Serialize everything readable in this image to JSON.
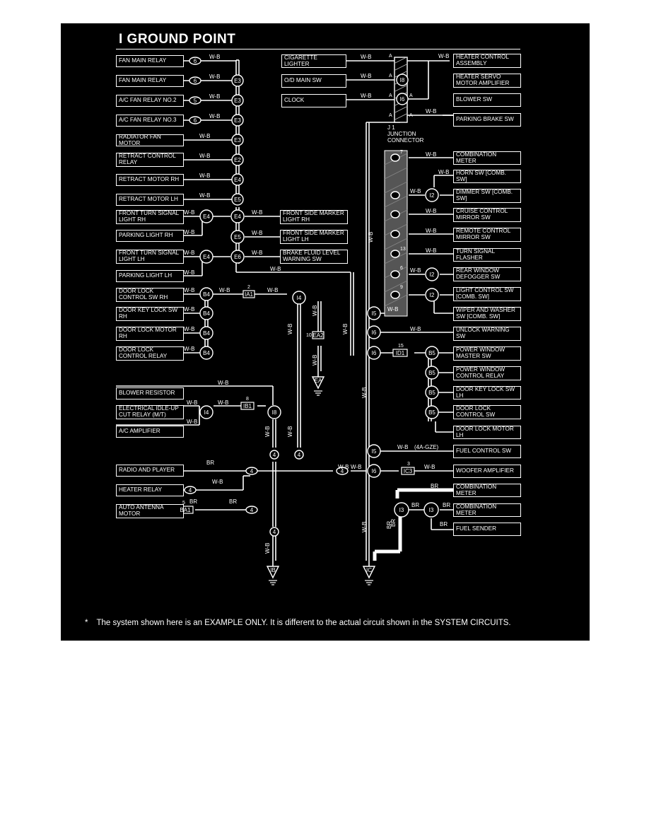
{
  "title": "I GROUND POINT",
  "footnote": "The system shown here is an EXAMPLE ONLY. It is different to the actual circuit shown in the SYSTEM CIRCUITS.",
  "footnote_mark": "*",
  "junction_connector": {
    "id": "J 1",
    "name": "JUNCTION\nCONNECTOR"
  },
  "components": [
    {
      "id": "fan-main-relay-1",
      "label": "FAN MAIN RELAY"
    },
    {
      "id": "fan-main-relay-2",
      "label": "FAN MAIN RELAY"
    },
    {
      "id": "ac-fan-relay-2",
      "label": "A/C FAN RELAY NO.2"
    },
    {
      "id": "ac-fan-relay-3",
      "label": "A/C FAN RELAY NO.3"
    },
    {
      "id": "radiator-fan-motor",
      "label": "RADIATOR FAN MOTOR"
    },
    {
      "id": "retract-control-relay",
      "label": "RETRACT CONTROL RELAY"
    },
    {
      "id": "retract-motor-rh",
      "label": "RETRACT MOTOR RH"
    },
    {
      "id": "retract-motor-lh",
      "label": "RETRACT MOTOR LH"
    },
    {
      "id": "front-turn-signal-rh",
      "label": "FRONT TURN SIGNAL LIGHT RH"
    },
    {
      "id": "parking-light-rh",
      "label": "PARKING LIGHT RH"
    },
    {
      "id": "front-turn-signal-lh",
      "label": "FRONT TURN SIGNAL LIGHT LH"
    },
    {
      "id": "parking-light-lh",
      "label": "PARKING LIGHT LH"
    },
    {
      "id": "door-lock-control-sw-rh",
      "label": "DOOR LOCK CONTROL SW RH"
    },
    {
      "id": "door-key-lock-sw-rh",
      "label": "DOOR KEY LOCK SW RH"
    },
    {
      "id": "door-lock-motor-rh",
      "label": "DOOR LOCK MOTOR RH"
    },
    {
      "id": "door-lock-control-relay",
      "label": "DOOR LOCK CONTROL RELAY"
    },
    {
      "id": "blower-resistor",
      "label": "BLOWER RESISTOR"
    },
    {
      "id": "electrical-idle-up",
      "label": "ELECTRICAL IDLE-UP CUT RELAY (M/T)"
    },
    {
      "id": "ac-amplifier",
      "label": "A/C AMPLIFIER"
    },
    {
      "id": "radio-and-player",
      "label": "RADIO AND PLAYER"
    },
    {
      "id": "heater-relay",
      "label": "HEATER RELAY"
    },
    {
      "id": "auto-antenna-motor",
      "label": "AUTO ANTENNA MOTOR"
    },
    {
      "id": "cigarette-lighter",
      "label": "CIGARETTE LIGHTER"
    },
    {
      "id": "od-main-sw",
      "label": "O/D MAIN SW"
    },
    {
      "id": "clock",
      "label": "CLOCK"
    },
    {
      "id": "front-side-marker-rh",
      "label": "FRONT SIDE MARKER LIGHT RH"
    },
    {
      "id": "front-side-marker-lh",
      "label": "FRONT SIDE MARKER LIGHT LH"
    },
    {
      "id": "brake-fluid-level",
      "label": "BRAKE FLUID LEVEL WARNING SW"
    },
    {
      "id": "heater-control-assembly",
      "label": "HEATER CONTROL ASSEMBLY"
    },
    {
      "id": "heater-servo-motor",
      "label": "HEATER SERVO MOTOR AMPLIFIER"
    },
    {
      "id": "blower-sw",
      "label": "BLOWER SW"
    },
    {
      "id": "parking-brake-sw",
      "label": "PARKING BRAKE SW"
    },
    {
      "id": "combination-meter-1",
      "label": "COMBINATION METER"
    },
    {
      "id": "horn-sw",
      "label": "HORN SW [COMB. SW]"
    },
    {
      "id": "dimmer-sw",
      "label": "DIMMER SW [COMB. SW]"
    },
    {
      "id": "cruise-control-mirror",
      "label": "CRUISE CONTROL MIRROR SW"
    },
    {
      "id": "remote-control-mirror",
      "label": "REMOTE CONTROL MIRROR SW"
    },
    {
      "id": "turn-signal-flasher",
      "label": "TURN SIGNAL FLASHER"
    },
    {
      "id": "rear-window-defogger",
      "label": "REAR WINDOW DEFOGGER SW"
    },
    {
      "id": "light-control-sw",
      "label": "LIGHT CONTROL SW [COMB. SW]"
    },
    {
      "id": "wiper-and-washer",
      "label": "WIPER AND WASHER SW [COMB. SW]"
    },
    {
      "id": "unlock-warning-sw",
      "label": "UNLOCK WARNING SW"
    },
    {
      "id": "power-window-master",
      "label": "POWER WINDOW MASTER SW"
    },
    {
      "id": "power-window-relay",
      "label": "POWER WINDOW CONTROL RELAY"
    },
    {
      "id": "door-key-lock-sw-lh",
      "label": "DOOR KEY LOCK SW LH"
    },
    {
      "id": "door-lock-control-sw",
      "label": "DOOR LOCK CONTROL SW"
    },
    {
      "id": "door-lock-motor-lh",
      "label": "DOOR LOCK MOTOR LH"
    },
    {
      "id": "fuel-control-sw",
      "label": "FUEL CONTROL SW"
    },
    {
      "id": "woofer-amplifier",
      "label": "WOOFER AMPLIFIER"
    },
    {
      "id": "combination-meter-2",
      "label": "COMBINATION METER"
    },
    {
      "id": "combination-meter-3",
      "label": "COMBINATION METER"
    },
    {
      "id": "fuel-sender",
      "label": "FUEL SENDER"
    }
  ],
  "connector_codes": [
    "6",
    "6",
    "5",
    "6",
    "E3",
    "E3",
    "E3",
    "E3",
    "E2",
    "E4",
    "E5",
    "E4",
    "E4",
    "E5",
    "E6",
    "E4",
    "B4",
    "B4",
    "B4",
    "B4",
    "IA1",
    "EA2",
    "EA",
    "I4",
    "I8",
    "IB1",
    "4",
    "4",
    "4",
    "4",
    "4",
    "BA1",
    "I8",
    "I6",
    "I5",
    "I6",
    "I2",
    "I2",
    "I2",
    "ID1",
    "B5",
    "B5",
    "B5",
    "B5",
    "I5",
    "I6",
    "IC3",
    "I3",
    "I3",
    "IB",
    "IC"
  ],
  "wire_colors": [
    "W-B",
    "BR"
  ],
  "wire_notes": [
    "(4A-GZE)"
  ],
  "pin_numbers": [
    "2",
    "10",
    "8",
    "5",
    "3",
    "15",
    "7",
    "6",
    "13",
    "9",
    "A"
  ]
}
